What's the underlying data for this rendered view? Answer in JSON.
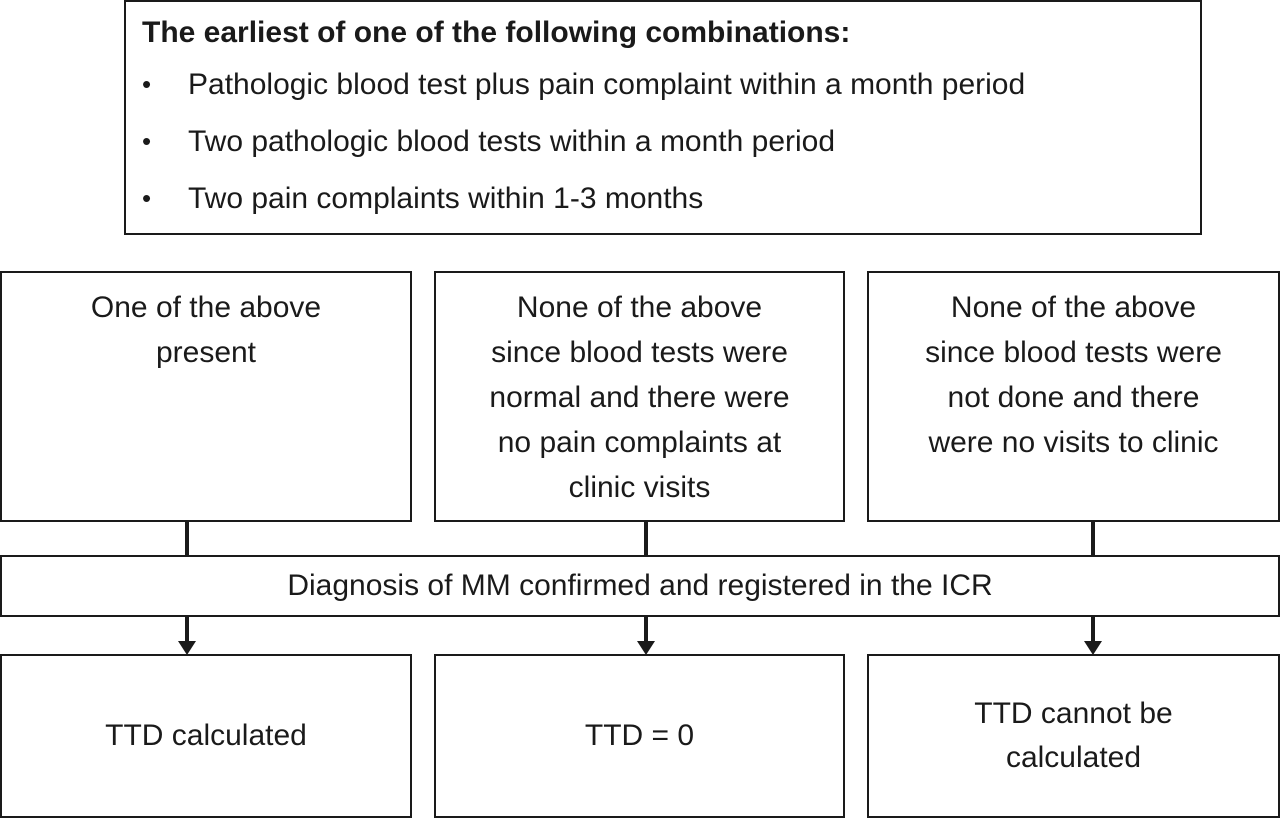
{
  "criteria": {
    "title": "The earliest of one of the following combinations:",
    "items": [
      "Pathologic blood test plus pain complaint within a month period",
      "Two pathologic blood tests within a month period",
      "Two pain complaints within 1-3 months"
    ]
  },
  "outcomes": {
    "present": [
      "One of the above",
      "present"
    ],
    "normal": [
      "None of the above",
      "since blood tests were",
      "normal and there were",
      "no pain complaints at",
      "clinic visits"
    ],
    "not_done": [
      "None of the above",
      "since blood tests were",
      "not done and there",
      "were no visits to clinic"
    ]
  },
  "diagnosis": "Diagnosis of MM confirmed and registered in the ICR",
  "results": {
    "calculated": [
      "TTD calculated"
    ],
    "zero": [
      "TTD = 0"
    ],
    "cannot": [
      "TTD cannot be",
      "calculated"
    ]
  }
}
